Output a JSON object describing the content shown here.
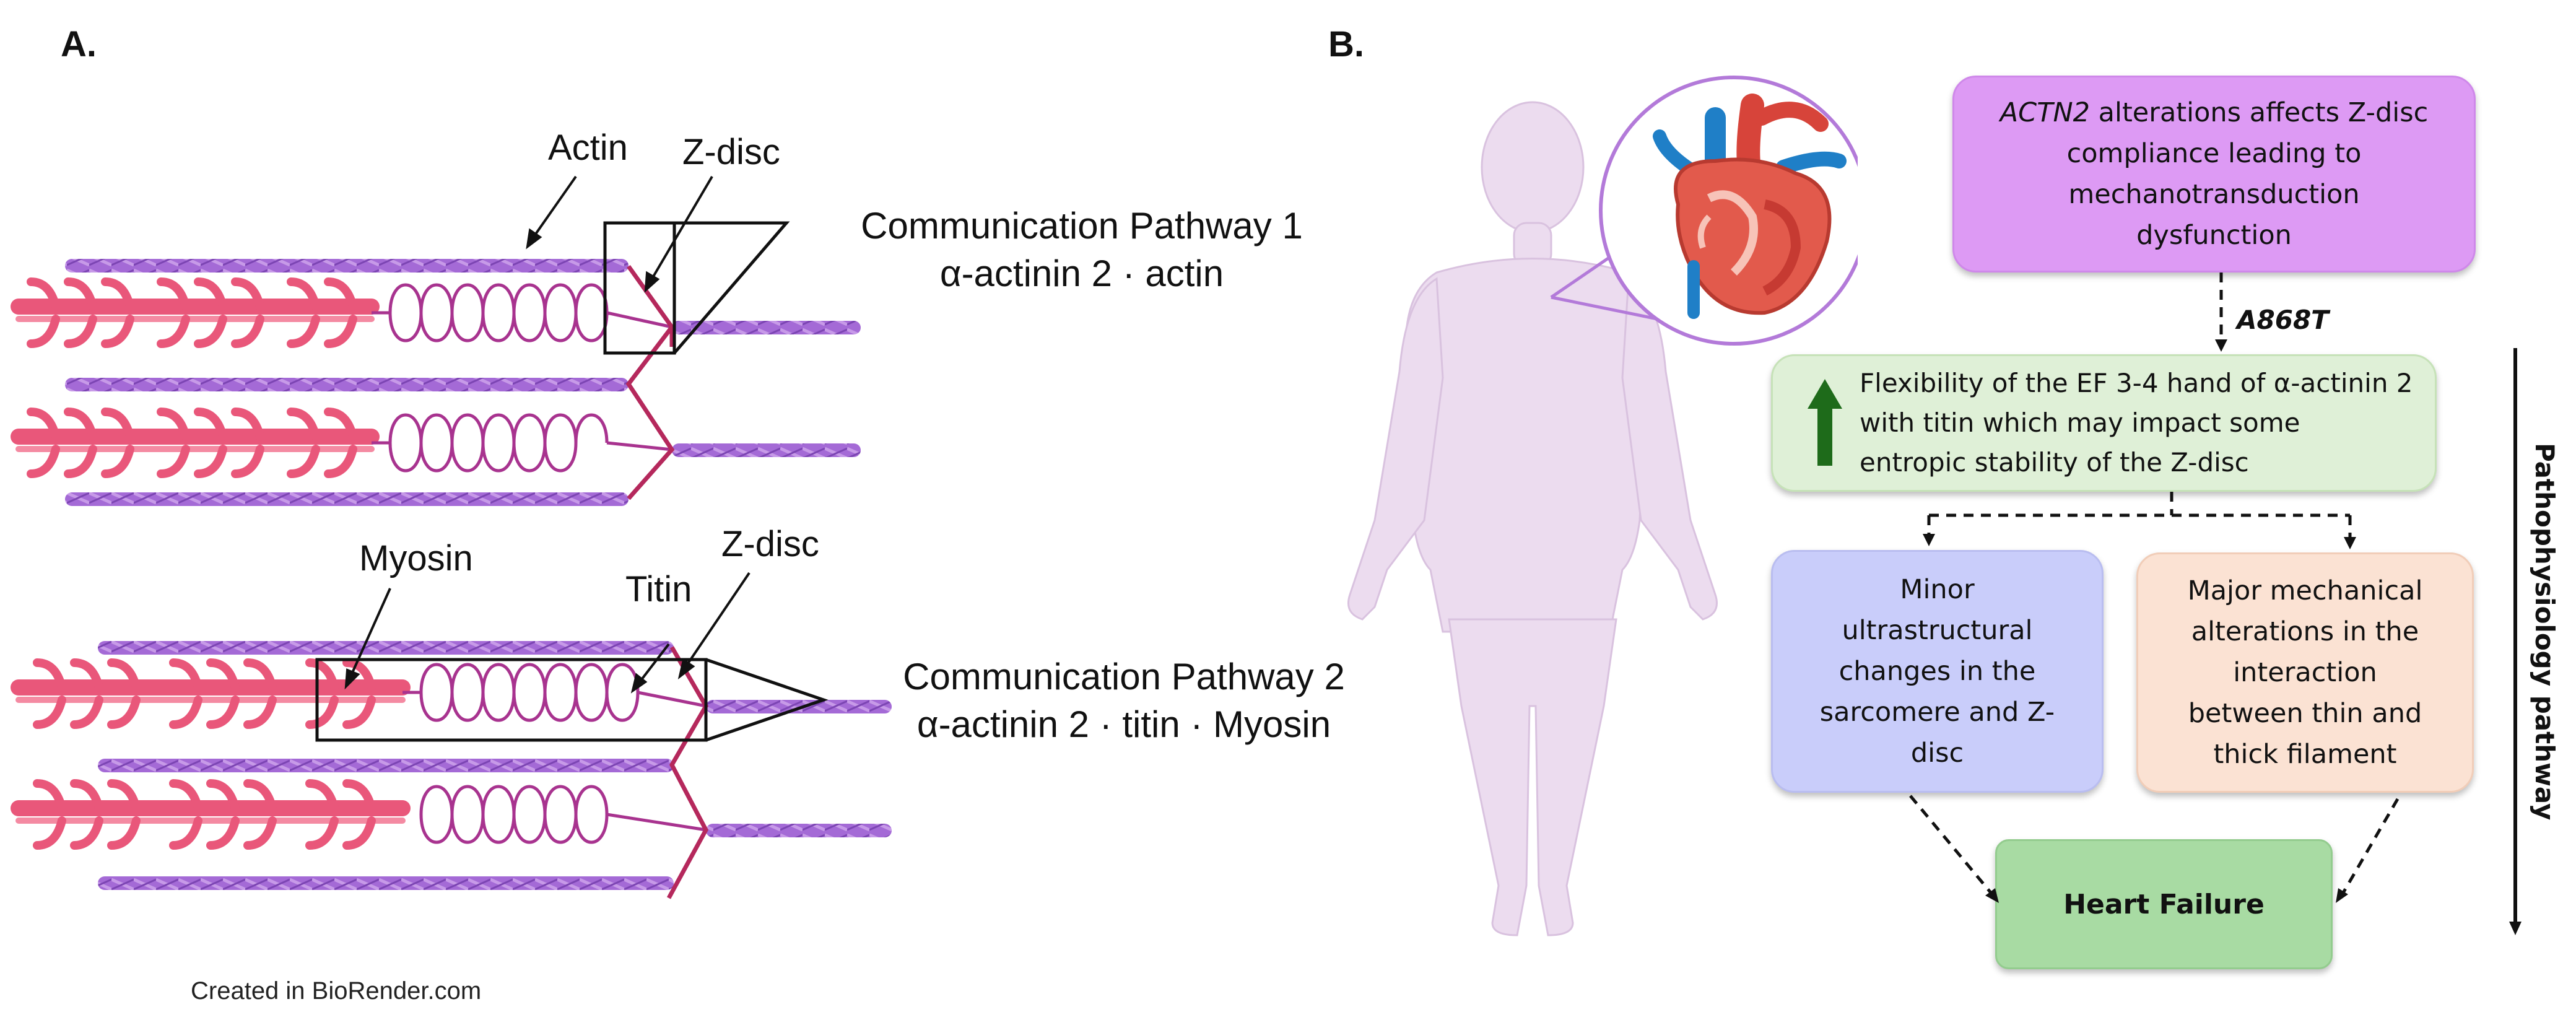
{
  "panel_a": {
    "label": "A.",
    "labels": {
      "actin": "Actin",
      "zdisc_top": "Z-disc",
      "myosin": "Myosin",
      "titin": "Titin",
      "zdisc_bottom": "Z-disc"
    },
    "pathway1": {
      "line1": "Communication Pathway 1",
      "line2": "α-actinin 2 · actin"
    },
    "pathway2": {
      "line1": "Communication Pathway 2",
      "line2": "α-actinin 2 · titin · Myosin"
    },
    "credit": "Created in BioRender.com",
    "colors": {
      "myosin": "#e9577a",
      "actin": "#a46ad6",
      "titin": "#a8338f",
      "zdisc": "#b5285c"
    }
  },
  "panel_b": {
    "label": "B.",
    "top_box": {
      "gene": "ACTN2",
      "text_rest": " alterations affects Z-disc",
      "line2": "compliance leading to",
      "line3": "mechanotransduction",
      "line4": "dysfunction"
    },
    "mutation": "A868T",
    "flex_box": {
      "line1": "Flexibility of the EF 3-4 hand of α-actinin 2",
      "line2": "with titin which may impact some",
      "line3": "entropic stability of the Z-disc"
    },
    "minor_box": {
      "line1": "Minor",
      "line2": "ultrastructural",
      "line3": "changes in the",
      "line4": "sarcomere and Z-",
      "line5": "disc"
    },
    "major_box": {
      "line1": "Major mechanical",
      "line2": "alterations in the",
      "line3": "interaction",
      "line4": "between thin and",
      "line5": "thick filament"
    },
    "outcome": "Heart Failure",
    "side_label": "Pathophysiology pathway",
    "icons": [
      "human-body-icon",
      "heart-icon",
      "up-arrow-icon"
    ],
    "colors": {
      "purple": "#dd9af4",
      "light_green": "#dff0d7",
      "blue": "#c9cdfa",
      "orange": "#fbe2d3",
      "green": "#a8dba3",
      "arrow_green": "#1e6b1a"
    }
  }
}
